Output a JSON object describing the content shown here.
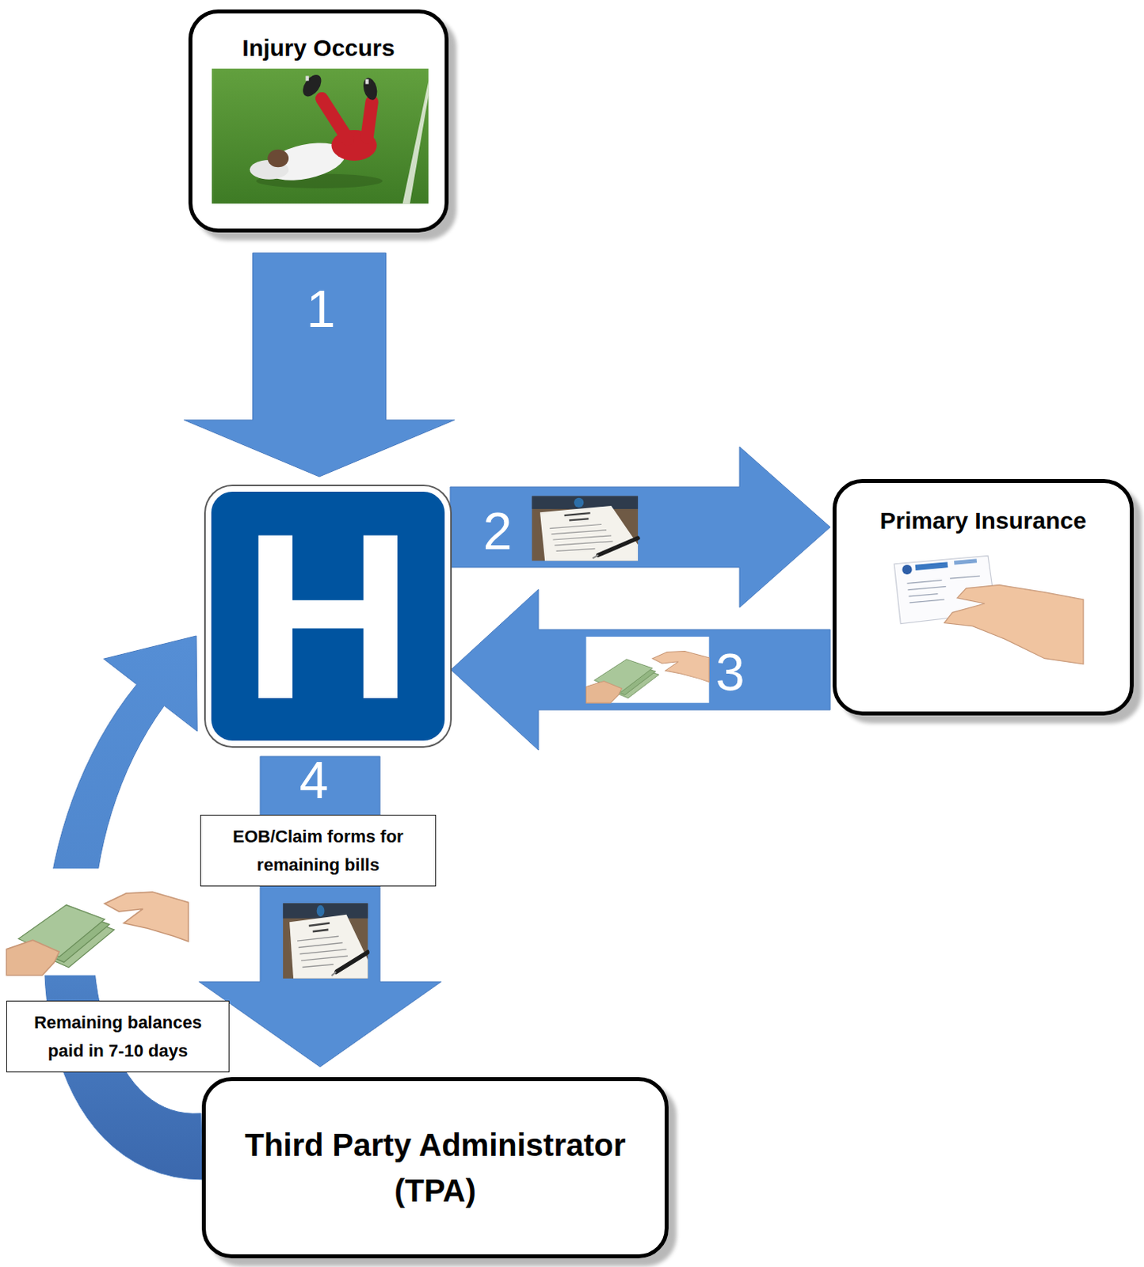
{
  "diagram": {
    "nodes": [
      {
        "text": [
          "Injury Occurs"
        ]
      },
      {
        "text": [
          "H"
        ]
      },
      {
        "text": [
          "Primary Insurance"
        ]
      },
      {
        "text": [
          "Third Party Administrator (TPA)"
        ]
      }
    ],
    "edges": [
      {
        "from": 0,
        "to": 1,
        "arrow": "to"
      },
      {
        "from": 1,
        "to": 2,
        "arrow": "to"
      },
      {
        "from": 2,
        "to": 1,
        "arrow": "to"
      },
      {
        "from": 1,
        "to": 3,
        "arrow": "to",
        "label": "EOB/Claim forms for remaining bills"
      },
      {
        "from": 3,
        "to": 1,
        "arrow": "to",
        "label": "Remaining balances paid in 7-10 days"
      }
    ],
    "labels": [
      "1",
      "2",
      "3",
      "4"
    ]
  }
}
